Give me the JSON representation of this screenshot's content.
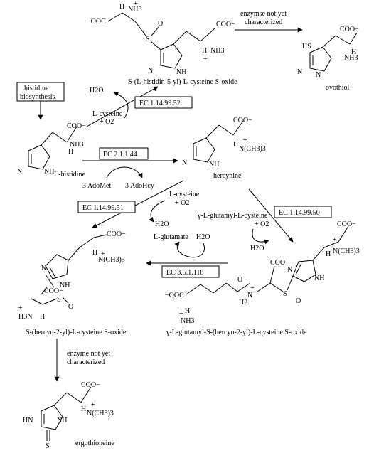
{
  "compounds": {
    "sulfoxide1": "S-(L-histidin-5-yl)-L-cysteine S-oxide",
    "ovothiol": "ovothiol",
    "histidine": "L-histidine",
    "hercynine": "hercynine",
    "hercyn_sulfoxide": "S-(hercyn-2-yl)-L-cysteine S-oxide",
    "gg_sulfoxide": "γ-L-glutamyl-S-(hercyn-2-yl)-L-cysteine S-oxide",
    "ergothioneine": "ergothioneine"
  },
  "boxes": {
    "biosynthesis_line1": "histidine",
    "biosynthesis_line2": "biosynthesis",
    "ec_1_14_99_52": "EC 1.14.99.52",
    "ec_2_1_1_44": "EC 2.1.1.44",
    "ec_1_14_99_51": "EC 1.14.99.51",
    "ec_1_14_99_50": "EC 1.14.99.50",
    "ec_3_5_1_118": "EC 3.5.1.118"
  },
  "reagents": {
    "water": "H2O",
    "lcys": "L-cysteine",
    "o2": "+ O2",
    "adomet": "3 AdoMet",
    "adohcy": "3 AdoHcy",
    "gglc": "γ-L-glutamyl-L-cysteine",
    "lglutamate": "L-glutamate",
    "enz1_line1": "enzymse not yet",
    "enz1_line2": "characterized",
    "enz2_line1": "enzyme not yet",
    "enz2_line2": "characterized"
  },
  "atoms": {
    "coo": "COO−",
    "ooc": "−OOC",
    "nh3": "NH3",
    "nme3": "N(CH3)3",
    "n": "N",
    "nh": "NH",
    "hn": "HN",
    "h": "H",
    "s": "S",
    "o": "O",
    "hs": "HS",
    "h3n": "H3N",
    "plus": "+",
    "nh_amide": "NH",
    "h2n": "N",
    "h2": "H2"
  }
}
